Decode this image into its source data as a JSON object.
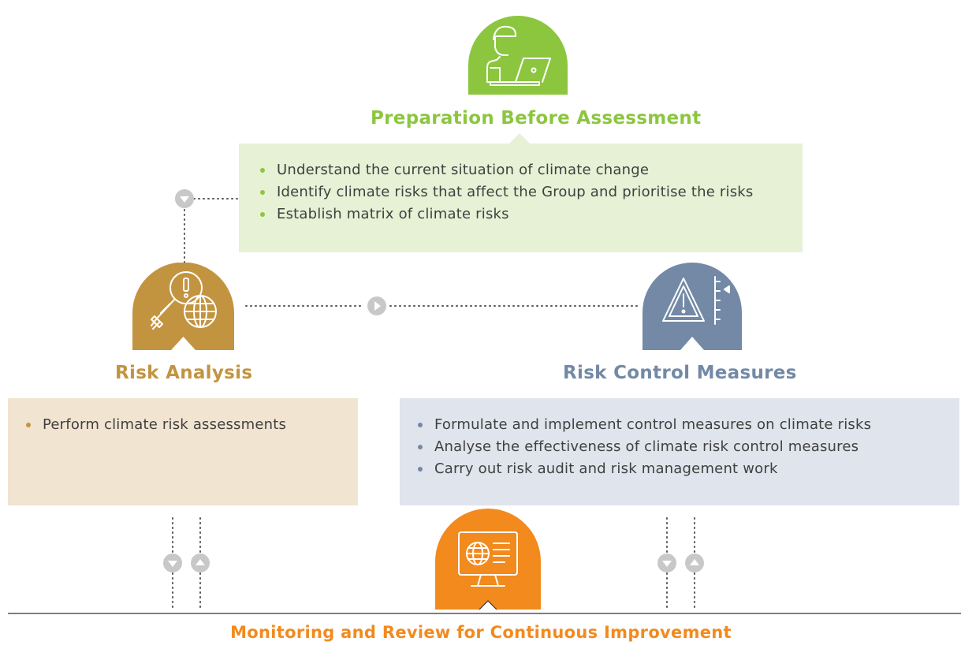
{
  "colors": {
    "preparation": "#8cc63f",
    "preparation_bg": "#e7f1d6",
    "analysis": "#c39440",
    "analysis_bg": "#f1e4d1",
    "control": "#7389a6",
    "control_bg": "#e0e4ec",
    "monitoring": "#f28a1e",
    "connector": "#555555",
    "arrow_circle": "#c8c8c8"
  },
  "stages": {
    "preparation": {
      "title": "Preparation Before Assessment",
      "icon": "person-laptop-icon",
      "bullets": [
        "Understand the current situation of climate change",
        "Identify climate risks that affect the Group and prioritise the risks",
        "Establish matrix of climate risks"
      ]
    },
    "analysis": {
      "title": "Risk Analysis",
      "icon": "magnifier-globe-alert-icon",
      "bullets": [
        "Perform climate risk assessments"
      ]
    },
    "control": {
      "title": "Risk Control Measures",
      "icon": "warning-triangle-gauge-icon",
      "bullets": [
        "Formulate and implement control measures on climate risks",
        "Analyse the effectiveness of climate risk control measures",
        "Carry out risk audit and risk management work"
      ]
    },
    "monitoring": {
      "title": "Monitoring and Review for Continuous Improvement",
      "icon": "monitor-globe-icon"
    }
  }
}
